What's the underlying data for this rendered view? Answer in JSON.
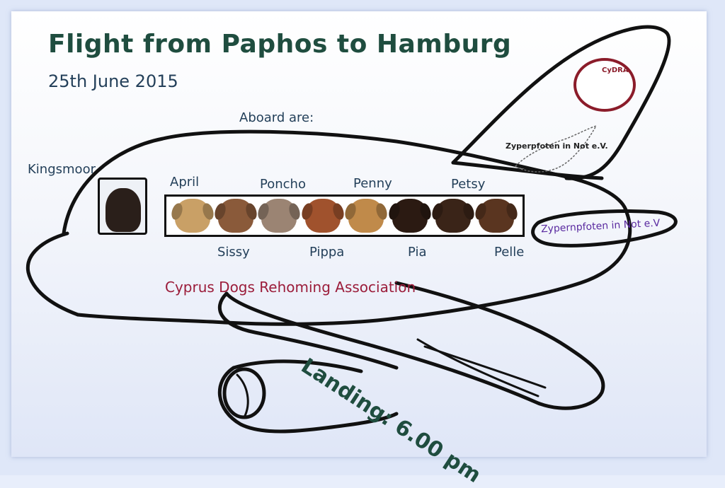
{
  "title": "Flight from Paphos to Hamburg",
  "date": "25th June 2015",
  "aboard_label": "Aboard are:",
  "cockpit_dog": "Kingsmoor",
  "dogs_top": [
    "April",
    "Poncho",
    "Penny",
    "Petsy"
  ],
  "dogs_bottom": [
    "Sissy",
    "Pippa",
    "Pia",
    "Pelle"
  ],
  "dog_colors": [
    "#c9a066",
    "#8a5a3a",
    "#9b8473",
    "#a0522d",
    "#c08a4a",
    "#2b1a12",
    "#3a2418",
    "#5a3520"
  ],
  "association": "Cyprus Dogs Rehoming Association",
  "tail_logo_text": "Zyperpfoten in Not e.V.",
  "engine_text": "Zypernpfoten in Not e.V",
  "seal_text": "CyDRA",
  "landing": "Landing: 6.00 pm"
}
